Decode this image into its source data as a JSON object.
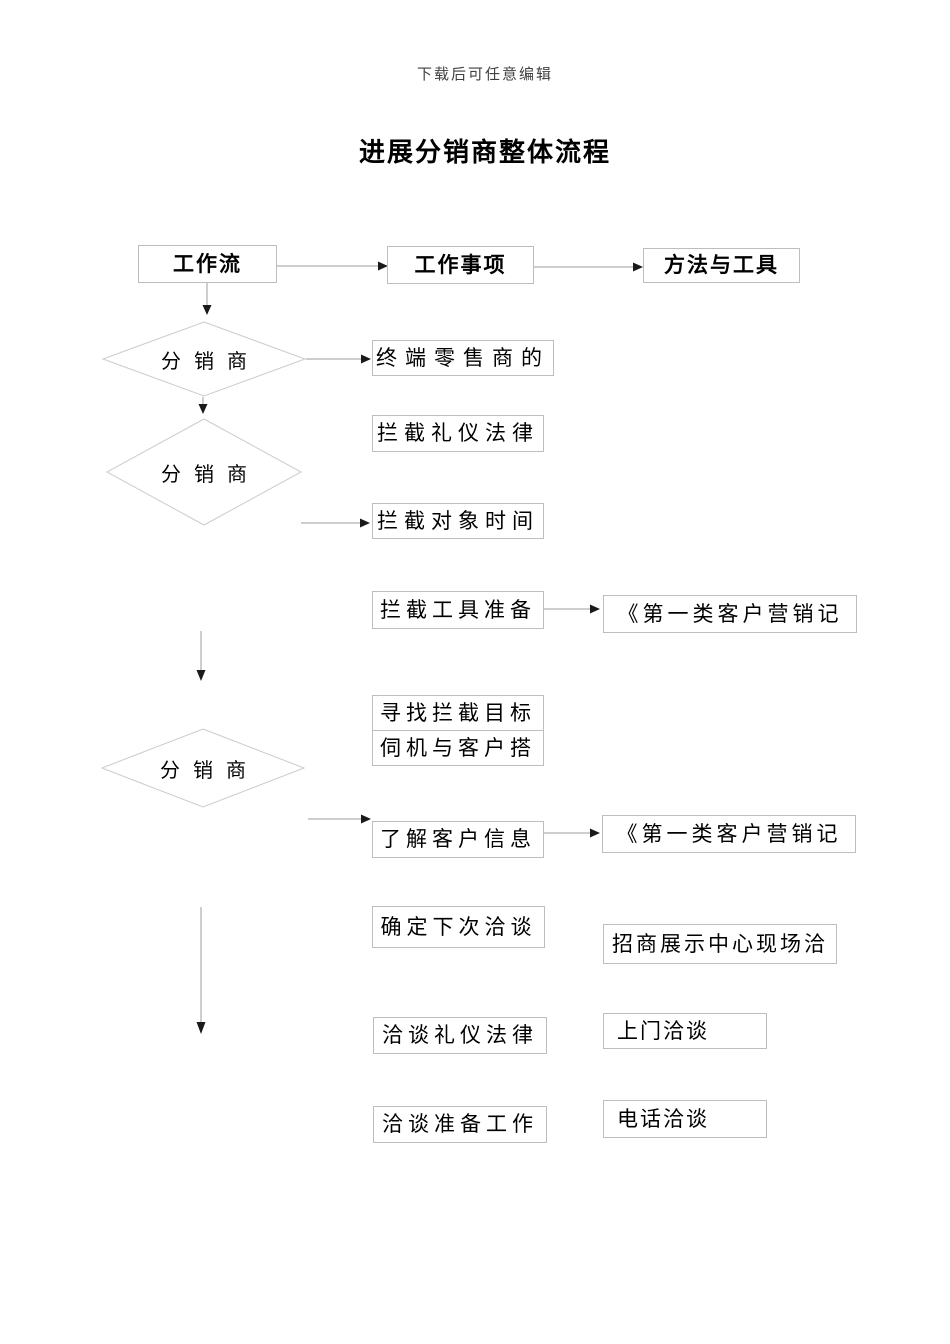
{
  "page": {
    "note": "下载后可任意编辑",
    "title": "进展分销商整体流程"
  },
  "colors": {
    "box_border": "#bdbdbd",
    "diamond_border": "#cccccc",
    "connector_line": "#9e9e9e",
    "arrowhead": "#1a1a1a",
    "text": "#000000",
    "note_text": "#404040",
    "background": "#ffffff"
  },
  "flowchart": {
    "headers": [
      {
        "label": "工作流"
      },
      {
        "label": "工作事项"
      },
      {
        "label": "方法与工具"
      }
    ],
    "diamonds": [
      {
        "label": "分销商"
      },
      {
        "label": "分销商"
      },
      {
        "label": "分销商"
      }
    ],
    "work_items": [
      "终端零售商的",
      "拦截礼仪法律",
      "拦截对象时间",
      "拦截工具准备",
      "寻找拦截目标",
      "伺机与客户搭",
      "了解客户信息",
      "确定下次洽谈",
      "洽谈礼仪法律",
      "洽谈准备工作"
    ],
    "tools": [
      "《第一类客户营销记",
      "《第一类客户营销记",
      "招商展示中心现场洽",
      "上门洽谈",
      "电话洽谈"
    ]
  }
}
